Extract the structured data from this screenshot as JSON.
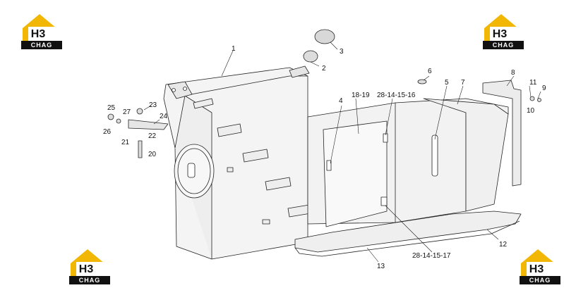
{
  "logos": {
    "mark": "H3",
    "sub": "CHAG"
  },
  "callouts": [
    {
      "id": "c1",
      "text": "1"
    },
    {
      "id": "c2",
      "text": "2"
    },
    {
      "id": "c3",
      "text": "3"
    },
    {
      "id": "c4",
      "text": "4"
    },
    {
      "id": "c5",
      "text": "5"
    },
    {
      "id": "c6",
      "text": "6"
    },
    {
      "id": "c7",
      "text": "7"
    },
    {
      "id": "c8",
      "text": "8"
    },
    {
      "id": "c9",
      "text": "9"
    },
    {
      "id": "c10",
      "text": "10"
    },
    {
      "id": "c11",
      "text": "11"
    },
    {
      "id": "c12",
      "text": "12"
    },
    {
      "id": "c13",
      "text": "13"
    },
    {
      "id": "c18",
      "text": "18-19"
    },
    {
      "id": "c28a",
      "text": "28-14-15-16"
    },
    {
      "id": "c28b",
      "text": "28-14-15-17"
    },
    {
      "id": "c20",
      "text": "20"
    },
    {
      "id": "c21",
      "text": "21"
    },
    {
      "id": "c22",
      "text": "22"
    },
    {
      "id": "c23",
      "text": "23"
    },
    {
      "id": "c24",
      "text": "24"
    },
    {
      "id": "c25",
      "text": "25"
    },
    {
      "id": "c26",
      "text": "26"
    },
    {
      "id": "c27",
      "text": "27"
    }
  ],
  "colors": {
    "accent": "#f2b705",
    "line": "#222222",
    "panel": "#f4f4f4"
  }
}
